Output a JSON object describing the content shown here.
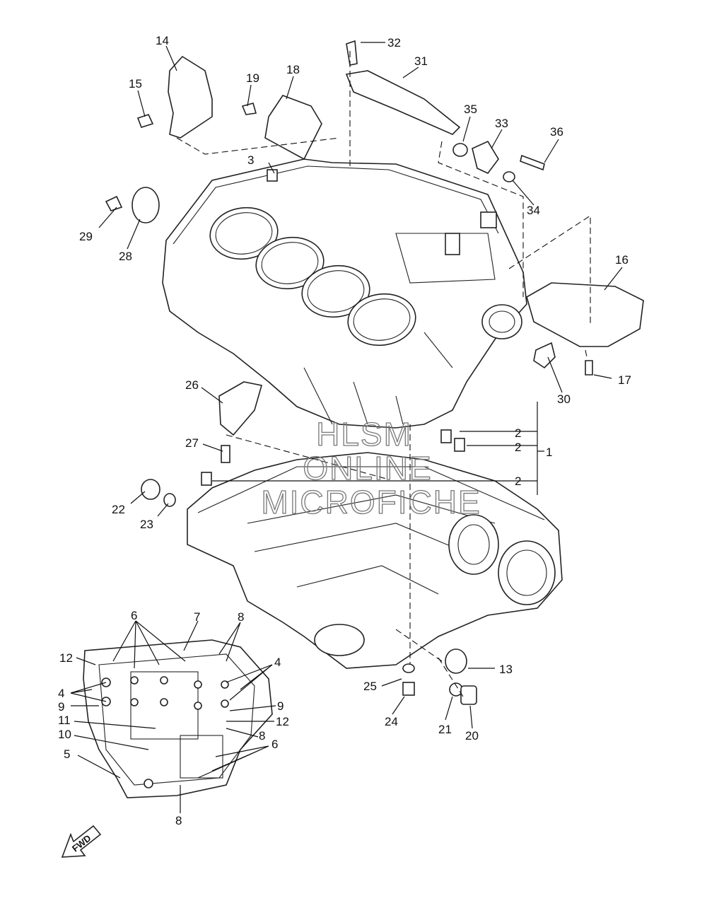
{
  "watermark": {
    "line1": "HLSM",
    "line2": "ONLINE",
    "line3": "MICROFICHE"
  },
  "direction_marker": {
    "label": "FWD"
  },
  "callouts": {
    "c1": "1",
    "c2a": "2",
    "c2b": "2",
    "c2c": "2",
    "c3": "3",
    "c4a": "4",
    "c4b": "4",
    "c5": "5",
    "c6a": "6",
    "c6b": "6",
    "c7": "7",
    "c8a": "8",
    "c8b": "8",
    "c8c": "8",
    "c9a": "9",
    "c9b": "9",
    "c10": "10",
    "c11": "11",
    "c12a": "12",
    "c12b": "12",
    "c13": "13",
    "c14": "14",
    "c15": "15",
    "c16": "16",
    "c17": "17",
    "c18": "18",
    "c19": "19",
    "c20": "20",
    "c21": "21",
    "c22": "22",
    "c23": "23",
    "c24": "24",
    "c25": "25",
    "c26": "26",
    "c27": "27",
    "c28": "28",
    "c29": "29",
    "c30": "30",
    "c31": "31",
    "c32": "32",
    "c33": "33",
    "c34": "34",
    "c35": "35",
    "c36": "36"
  }
}
